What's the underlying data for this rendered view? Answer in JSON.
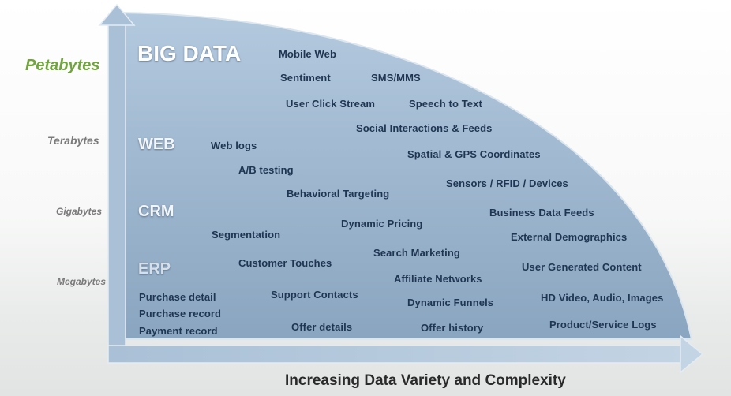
{
  "scale_labels": {
    "petabytes": "Petabytes",
    "terabytes": "Terabytes",
    "gigabytes": "Gigabytes",
    "megabytes": "Megabytes"
  },
  "tiers": {
    "big_data": "BIG DATA",
    "web": "WEB",
    "crm": "CRM",
    "erp": "ERP"
  },
  "items": {
    "mobile_web": "Mobile Web",
    "sentiment": "Sentiment",
    "sms_mms": "SMS/MMS",
    "user_click_stream": "User Click Stream",
    "speech_to_text": "Speech to Text",
    "social_interactions": "Social Interactions & Feeds",
    "web_logs": "Web logs",
    "spatial_gps": "Spatial & GPS Coordinates",
    "ab_testing": "A/B testing",
    "behavioral_targeting": "Behavioral  Targeting",
    "sensors_rfid": "Sensors / RFID / Devices",
    "business_data_feeds": "Business Data Feeds",
    "dynamic_pricing": "Dynamic Pricing",
    "segmentation": "Segmentation",
    "external_demographics": "External Demographics",
    "search_marketing": "Search Marketing",
    "customer_touches": "Customer Touches",
    "user_generated_content": "User Generated Content",
    "affiliate_networks": "Affiliate Networks",
    "support_contacts": "Support Contacts",
    "purchase_detail": "Purchase detail",
    "hd_video": "HD Video, Audio, Images",
    "dynamic_funnels": "Dynamic Funnels",
    "purchase_record": "Purchase record",
    "payment_record": "Payment record",
    "offer_details": "Offer details",
    "offer_history": "Offer history",
    "product_service_logs": "Product/Service Logs"
  },
  "x_axis_title": "Increasing Data Variety and Complexity",
  "colors": {
    "region_top": "#a7bfd6",
    "region_bottom": "#7f9bb8",
    "arrow": "#9fb7cf",
    "label_text": "#1f3552",
    "petabytes_green": "#6fa53a"
  }
}
